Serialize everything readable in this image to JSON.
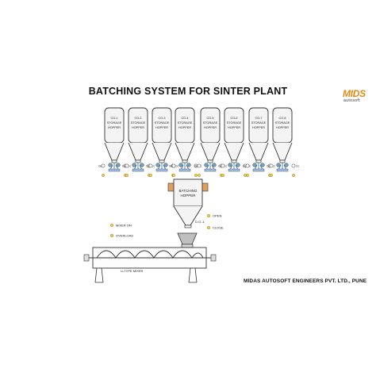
{
  "title": "BATCHING SYSTEM FOR SINTER PLANT",
  "logo": {
    "main": "MIDS",
    "sub": "autosoft"
  },
  "company": "MIDAS AUTOSOFT ENGINEERS PVT. LTD., PUNE",
  "hoppers": [
    {
      "line1": "CO-1",
      "line2": "STORAGE",
      "line3": "HOPPER"
    },
    {
      "line1": "CO-2",
      "line2": "STORAGE",
      "line3": "HOPPER"
    },
    {
      "line1": "CO-3",
      "line2": "STORAGE",
      "line3": "HOPPER"
    },
    {
      "line1": "CO-4",
      "line2": "STORAGE",
      "line3": "HOPPER"
    },
    {
      "line1": "CO-5",
      "line2": "STORAGE",
      "line3": "HOPPER"
    },
    {
      "line1": "CO-6",
      "line2": "STORAGE",
      "line3": "HOPPER"
    },
    {
      "line1": "CO-7",
      "line2": "STORAGE",
      "line3": "HOPPER"
    },
    {
      "line1": "CO-8",
      "line2": "STORAGE",
      "line3": "HOPPER"
    }
  ],
  "hopper_valve_labels": {
    "left": "Oc",
    "right": "Cc"
  },
  "batching_hopper": {
    "line1": "BATCHING",
    "line2": "HOPPER",
    "gate": "D.G.-1"
  },
  "gate_status": {
    "open": "OPEN",
    "close": "CLOSE"
  },
  "mixer": {
    "on": "MIXER ON",
    "overload": "OVERLOAD",
    "label": "U-TYPE MIXER"
  },
  "colors": {
    "accent": "#e08a12",
    "line": "#333333",
    "indicator": "#f2c94c"
  }
}
